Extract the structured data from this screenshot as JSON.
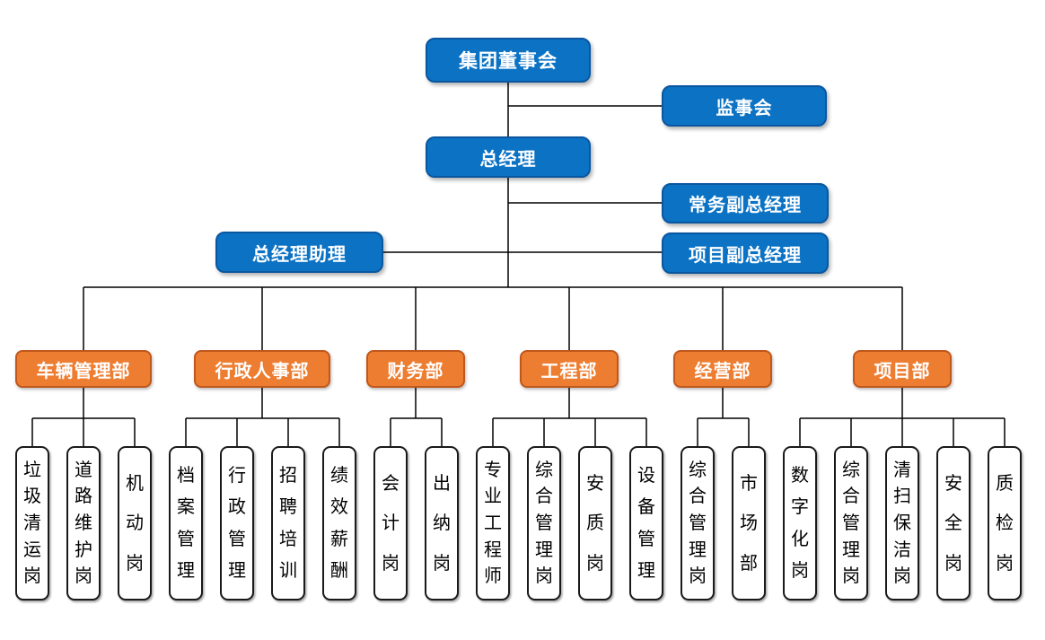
{
  "executives": {
    "board": "集团董事会",
    "supervisory": "监事会",
    "general_manager": "总经理",
    "executive_deputy_gm": "常务副总经理",
    "gm_assistant": "总经理助理",
    "project_deputy_gm": "项目副总经理"
  },
  "departments": [
    {
      "label": "车辆管理部",
      "positions": [
        "垃圾清运岗",
        "道路维护岗",
        "机动岗"
      ]
    },
    {
      "label": "行政人事部",
      "positions": [
        "档案管理",
        "行政管理",
        "招聘培训",
        "绩效薪酬"
      ]
    },
    {
      "label": "财务部",
      "positions": [
        "会计岗",
        "出纳岗"
      ]
    },
    {
      "label": "工程部",
      "positions": [
        "专业工程师",
        "综合管理岗",
        "安质岗",
        "设备管理"
      ]
    },
    {
      "label": "经营部",
      "positions": [
        "综合管理岗",
        "市场部"
      ]
    },
    {
      "label": "项目部",
      "positions": [
        "数字化岗",
        "综合管理岗",
        "清扫保洁岗",
        "安全岗",
        "质检岗"
      ]
    }
  ],
  "colors": {
    "executive_fill": "#0B72C4",
    "executive_border": "#0A57A0",
    "department_fill": "#ED7D31",
    "department_border": "#C0571C",
    "position_border": "#1A1A1A",
    "connector": "#000000"
  }
}
